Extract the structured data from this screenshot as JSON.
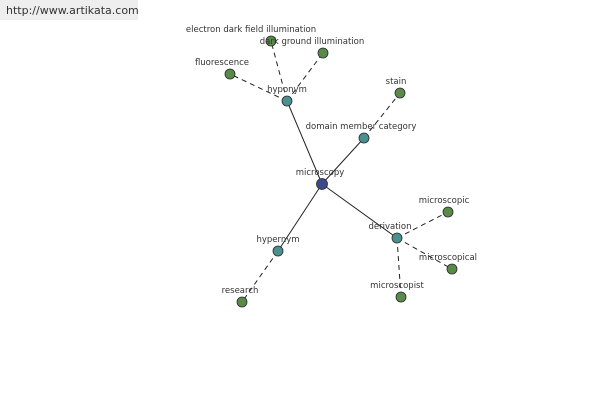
{
  "watermark": {
    "url": "http://www.artikata.com"
  },
  "graph": {
    "center": {
      "id": "microscopy",
      "label": "microscopy",
      "color": "#3c4a8c"
    },
    "relations": [
      {
        "id": "hyponym",
        "label": "hyponym",
        "color": "#4a9090"
      },
      {
        "id": "domain_member_category",
        "label": "domain member category",
        "color": "#4a9090"
      },
      {
        "id": "derivation",
        "label": "derivation",
        "color": "#4a9090"
      },
      {
        "id": "hypernym",
        "label": "hypernym",
        "color": "#4a9090"
      }
    ],
    "leaves": [
      {
        "id": "electron_dark_field",
        "parent": "hyponym",
        "label": "electron dark field illumination",
        "color": "#5a8a4a"
      },
      {
        "id": "dark_ground",
        "parent": "hyponym",
        "label": "dark ground illumination",
        "color": "#5a8a4a"
      },
      {
        "id": "fluorescence",
        "parent": "hyponym",
        "label": "fluorescence",
        "color": "#5a8a4a"
      },
      {
        "id": "stain",
        "parent": "domain_member_category",
        "label": "stain",
        "color": "#5a8a4a"
      },
      {
        "id": "microscopic",
        "parent": "derivation",
        "label": "microscopic",
        "color": "#5a8a4a"
      },
      {
        "id": "microscopical",
        "parent": "derivation",
        "label": "microscopical",
        "color": "#5a8a4a"
      },
      {
        "id": "microscopist",
        "parent": "derivation",
        "label": "microscopist",
        "color": "#5a8a4a"
      },
      {
        "id": "research",
        "parent": "hypernym",
        "label": "research",
        "color": "#5a8a4a"
      }
    ]
  }
}
